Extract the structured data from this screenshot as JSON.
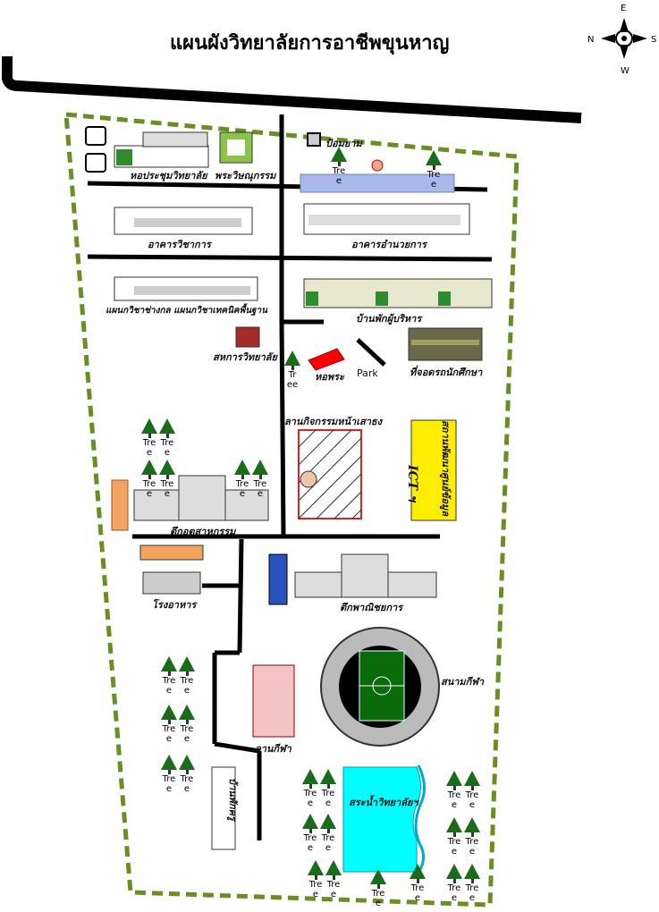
{
  "title": "แผนผังวิทยาลัยการอาชีพขุนหาญ",
  "compass": {
    "n": "N",
    "e": "E",
    "s": "S",
    "w": "W"
  },
  "labels": {
    "hall": "หอประชุมวิทยาลัย",
    "buddha": "พระวิษณุกรรม",
    "tank": "ป้อมยาม",
    "academic": "อาคารวิชาการ",
    "admin": "อาคารอำนวยการ",
    "workshop": "แผนกวิชาช่างกล  แผนกวิชาเทคนิคพื้นฐาน",
    "staff_houses": "บ้านพักผู้บริหาร",
    "coop": "สหการวิทยาลัย",
    "shrine": "หอพระ",
    "park": "Park",
    "parking": "ที่จอดรถนักศึกษา",
    "plaza": "ลานกิจกรรมหน้าเสาธง",
    "ict": "ICT ฯ",
    "ict_center": "สถานพัฒนาศูนย์ข้อมูล",
    "industrial": "ตึกอุตสาหกรรม",
    "canteen": "โรงอาหาร",
    "commerce": "ตึกพาณิชยการ",
    "stadium": "สนามกีฬา",
    "court": "ลานกีฬา",
    "teacher_house": "บ้านพักครู",
    "pool": "สระน้ำวิทยาลัยฯ"
  },
  "tree_caption": "Tre e",
  "tree_caption_alt": "Tr ee",
  "colors": {
    "boundary": "#6b8e23",
    "road": "#000000",
    "field": "#0a6b0a",
    "pool": "#00ffff",
    "ict": "#ffee00",
    "tree": "#1a6b1a"
  }
}
